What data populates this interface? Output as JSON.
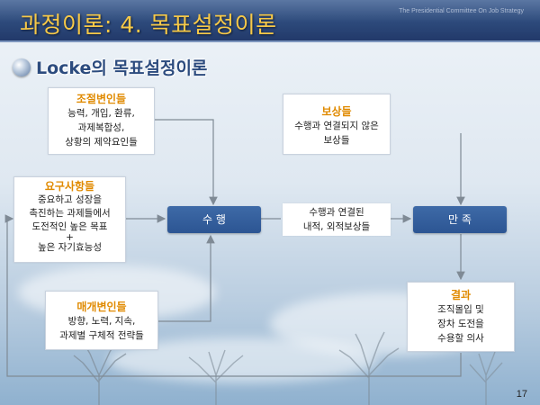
{
  "slide": {
    "title": "과정이론: 4. 목표설정이론",
    "header_small": "The Presidential Committee On Job Strategy",
    "heading": "Locke의 목표설정이론",
    "page_number": "17",
    "colors": {
      "title_bar": "#2d4a7b",
      "title_text": "#f7c948",
      "box_title": "#e08a00",
      "node_fill": "#2c5593",
      "heading_text": "#2c4b7e"
    }
  },
  "diagram": {
    "moderators": {
      "title": "조절변인들",
      "lines": [
        "능력, 개입, 환류,",
        "과제복합성,",
        "상황의 제약요인들"
      ]
    },
    "requirements": {
      "title": "요구사항들",
      "lines": [
        "중요하고 성장을",
        "촉진하는 과제들에서",
        "도전적인 높은 목표",
        "+",
        "높은 자기효능성"
      ]
    },
    "mediators": {
      "title": "매개변인들",
      "lines": [
        "방향, 노력, 지속,",
        "과제별 구체적 전략들"
      ]
    },
    "rewards": {
      "title": "보상들",
      "lines": [
        "수행과 연결되지 않은",
        "보상들"
      ]
    },
    "performance_node": "수 행",
    "linked_rewards": {
      "lines": [
        "수행과 연결된",
        "내적, 외적보상들"
      ]
    },
    "satisfaction_node": "만 족",
    "results": {
      "title": "결과",
      "lines": [
        "조직몰입 및",
        "장차 도전을",
        "수용할 의사"
      ]
    }
  }
}
